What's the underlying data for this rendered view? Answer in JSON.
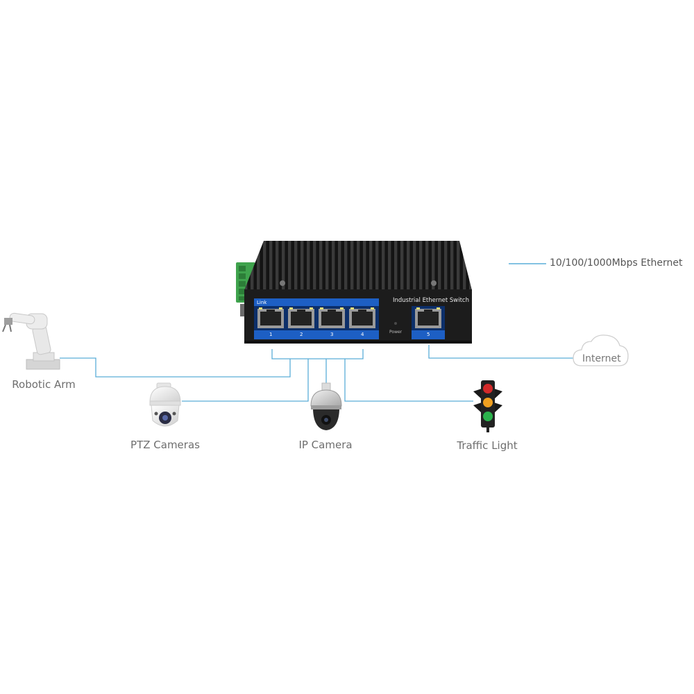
{
  "legend": {
    "text": "10/100/1000Mbps Ethernet",
    "line_color": "#5aaed8"
  },
  "switch": {
    "title": "Industrial Ethernet Switch",
    "link_label": "Link",
    "power_label": "Power",
    "ports": [
      "1",
      "2",
      "3",
      "4",
      "5"
    ],
    "body_color": "#1c1c1c",
    "port_band_color": "#1d5fc4",
    "terminal_color": "#3fa34d"
  },
  "devices": {
    "robotic_arm": "Robotic Arm",
    "ptz_cameras": "PTZ Cameras",
    "ip_camera": "IP Camera",
    "traffic_light": "Traffic Light",
    "internet": "Internet"
  },
  "icons": [
    "robotic-arm-icon",
    "ptz-camera-icon",
    "ip-camera-icon",
    "traffic-light-icon",
    "cloud-icon"
  ]
}
